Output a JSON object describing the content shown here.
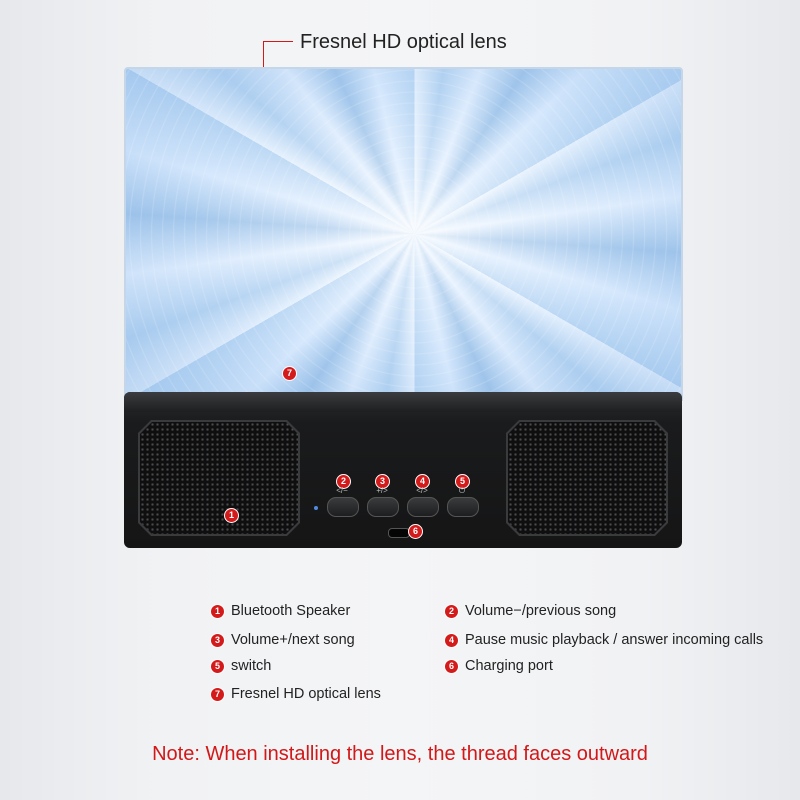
{
  "header_label": "Fresnel HD optical lens",
  "markers": {
    "m1": "1",
    "m2": "2",
    "m3": "3",
    "m4": "4",
    "m5": "5",
    "m6": "6",
    "m7": "7"
  },
  "button_symbols": {
    "b2": "</−",
    "b3": "+/>",
    "b4": "</>",
    "b5": "⏻"
  },
  "legend": [
    {
      "num": "1",
      "text": "Bluetooth Speaker"
    },
    {
      "num": "2",
      "text": "Volume−/previous song"
    },
    {
      "num": "3",
      "text": "Volume+/next song"
    },
    {
      "num": "4",
      "text": "Pause music playback / answer incoming calls"
    },
    {
      "num": "5",
      "text": "switch"
    },
    {
      "num": "6",
      "text": "Charging port"
    },
    {
      "num": "7",
      "text": "Fresnel HD optical lens"
    }
  ],
  "note": "Note: When installing the lens, the thread faces outward",
  "colors": {
    "accent": "#d21818",
    "device": "#1a1b1c",
    "lens": "#b4d3f2"
  }
}
